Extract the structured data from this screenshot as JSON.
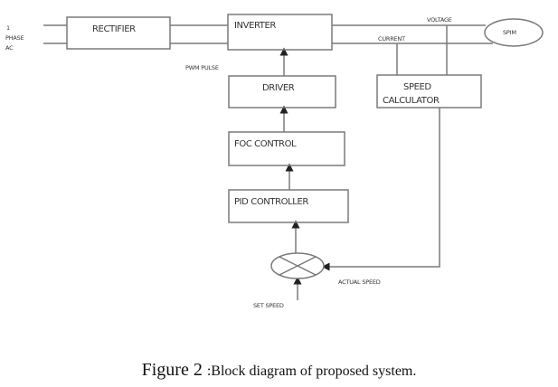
{
  "diagram": {
    "blocks": {
      "rectifier": "RECTIFIER",
      "inverter": "INVERTER",
      "driver": "DRIVER",
      "foc_control": "FOC CONTROL",
      "pid_controller": "PID CONTROLLER",
      "speed_calculator_line1": "SPEED",
      "speed_calculator_line2": "CALCULATOR",
      "motor": "SPIM"
    },
    "labels": {
      "input_line1": "1",
      "input_line2": "PHASE",
      "input_line3": "AC",
      "pwm_pulse": "PWM  PULSE",
      "voltage": "VOLTAGE",
      "current": "CURRENT",
      "actual_speed": "ACTUAL SPEED",
      "set_speed": "SET SPEED"
    },
    "colors": {
      "line": "#7a7a7a",
      "text": "#333333"
    }
  },
  "caption": {
    "figure": "Figure 2 ",
    "text": ":Block diagram of proposed system."
  }
}
